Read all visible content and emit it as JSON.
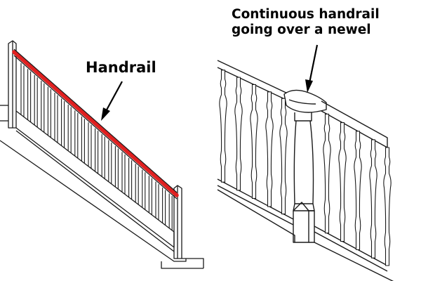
{
  "labels": {
    "handrail": "Handrail",
    "continuous_line1": "Continuous handrail",
    "continuous_line2": "going over a newel"
  },
  "colors": {
    "handrail_highlight": "#e02020",
    "line": "#1a1a1a",
    "background": "#ffffff"
  }
}
